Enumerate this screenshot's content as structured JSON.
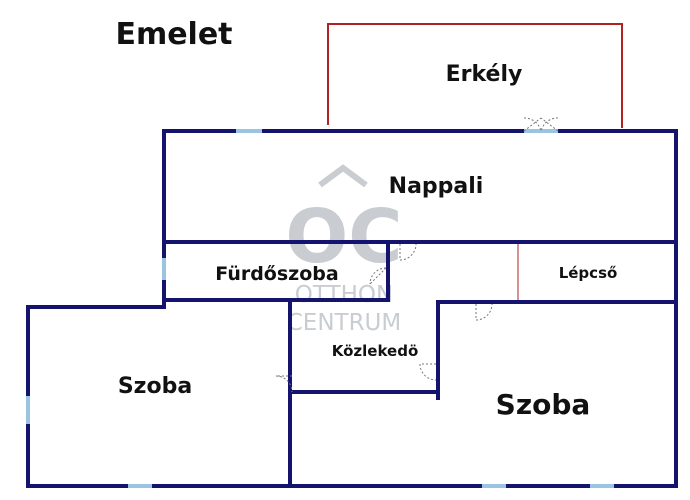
{
  "title": "Emelet",
  "rooms": {
    "erkely": "Erkély",
    "nappali": "Nappali",
    "furdoszoba": "Fürdőszoba",
    "lepcso": "Lépcső",
    "kozlekedo": "Közlekedö",
    "szoba_left": "Szoba",
    "szoba_right": "Szoba"
  },
  "watermark": {
    "monogram": "OC",
    "line1": "OTTHON",
    "line2": "CENTRUM"
  },
  "colors": {
    "wall": "#14146e",
    "balcony": "#b22222",
    "window": "#9bc4e2",
    "door": "#777777",
    "watermark": "#c9ccd1",
    "text": "#111111"
  }
}
